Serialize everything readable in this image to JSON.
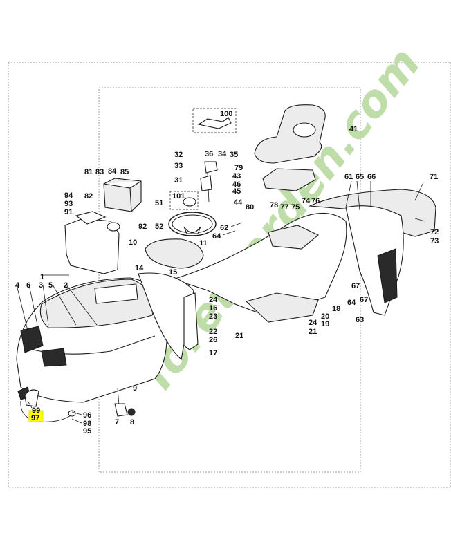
{
  "labels": [
    {
      "id": "100",
      "text": "100"
    },
    {
      "id": "41",
      "text": "41"
    },
    {
      "id": "32",
      "text": "32"
    },
    {
      "id": "36",
      "text": "36"
    },
    {
      "id": "34",
      "text": "34"
    },
    {
      "id": "35",
      "text": "35"
    },
    {
      "id": "33",
      "text": "33"
    },
    {
      "id": "79",
      "text": "79"
    },
    {
      "id": "43",
      "text": "43"
    },
    {
      "id": "46",
      "text": "46"
    },
    {
      "id": "45",
      "text": "45"
    },
    {
      "id": "31",
      "text": "31"
    },
    {
      "id": "44",
      "text": "44"
    },
    {
      "id": "80",
      "text": "80"
    },
    {
      "id": "78",
      "text": "78"
    },
    {
      "id": "77",
      "text": "77"
    },
    {
      "id": "75",
      "text": "75"
    },
    {
      "id": "74",
      "text": "74"
    },
    {
      "id": "76",
      "text": "76"
    },
    {
      "id": "101",
      "text": "101"
    },
    {
      "id": "51",
      "text": "51"
    },
    {
      "id": "52",
      "text": "52"
    },
    {
      "id": "81",
      "text": "81"
    },
    {
      "id": "83",
      "text": "83"
    },
    {
      "id": "84",
      "text": "84"
    },
    {
      "id": "85",
      "text": "85"
    },
    {
      "id": "82",
      "text": "82"
    },
    {
      "id": "94",
      "text": "94"
    },
    {
      "id": "93",
      "text": "93"
    },
    {
      "id": "91",
      "text": "91"
    },
    {
      "id": "92",
      "text": "92"
    },
    {
      "id": "10",
      "text": "10"
    },
    {
      "id": "11",
      "text": "11"
    },
    {
      "id": "14",
      "text": "14"
    },
    {
      "id": "15",
      "text": "15"
    },
    {
      "id": "61",
      "text": "61"
    },
    {
      "id": "65",
      "text": "65"
    },
    {
      "id": "66",
      "text": "66"
    },
    {
      "id": "71",
      "text": "71"
    },
    {
      "id": "62",
      "text": "62"
    },
    {
      "id": "64a",
      "text": "64"
    },
    {
      "id": "72",
      "text": "72"
    },
    {
      "id": "73",
      "text": "73"
    },
    {
      "id": "1",
      "text": "1"
    },
    {
      "id": "4",
      "text": "4"
    },
    {
      "id": "6",
      "text": "6"
    },
    {
      "id": "3",
      "text": "3"
    },
    {
      "id": "5",
      "text": "5"
    },
    {
      "id": "2",
      "text": "2"
    },
    {
      "id": "24a",
      "text": "24"
    },
    {
      "id": "16",
      "text": "16"
    },
    {
      "id": "23",
      "text": "23"
    },
    {
      "id": "22",
      "text": "22"
    },
    {
      "id": "26",
      "text": "26"
    },
    {
      "id": "17",
      "text": "17"
    },
    {
      "id": "67",
      "text": "67"
    },
    {
      "id": "64b",
      "text": "64"
    },
    {
      "id": "67b",
      "text": "67"
    },
    {
      "id": "20",
      "text": "20"
    },
    {
      "id": "18",
      "text": "18"
    },
    {
      "id": "24b",
      "text": "24"
    },
    {
      "id": "19",
      "text": "19"
    },
    {
      "id": "21a",
      "text": "21"
    },
    {
      "id": "21b",
      "text": "21"
    },
    {
      "id": "63",
      "text": "63"
    },
    {
      "id": "9",
      "text": "9"
    },
    {
      "id": "7",
      "text": "7"
    },
    {
      "id": "8",
      "text": "8"
    },
    {
      "id": "99",
      "text": "99"
    },
    {
      "id": "97",
      "text": "97"
    },
    {
      "id": "96",
      "text": "96"
    },
    {
      "id": "98",
      "text": "98"
    },
    {
      "id": "95",
      "text": "95"
    }
  ],
  "highlight": {
    "label": "97",
    "color": "#ffff00"
  },
  "watermark": {
    "text": "foretgarden.com",
    "color_main": "#b4d89a",
    "color_accent": "#f6c26b",
    "color_tail": "#d9d0c4"
  }
}
